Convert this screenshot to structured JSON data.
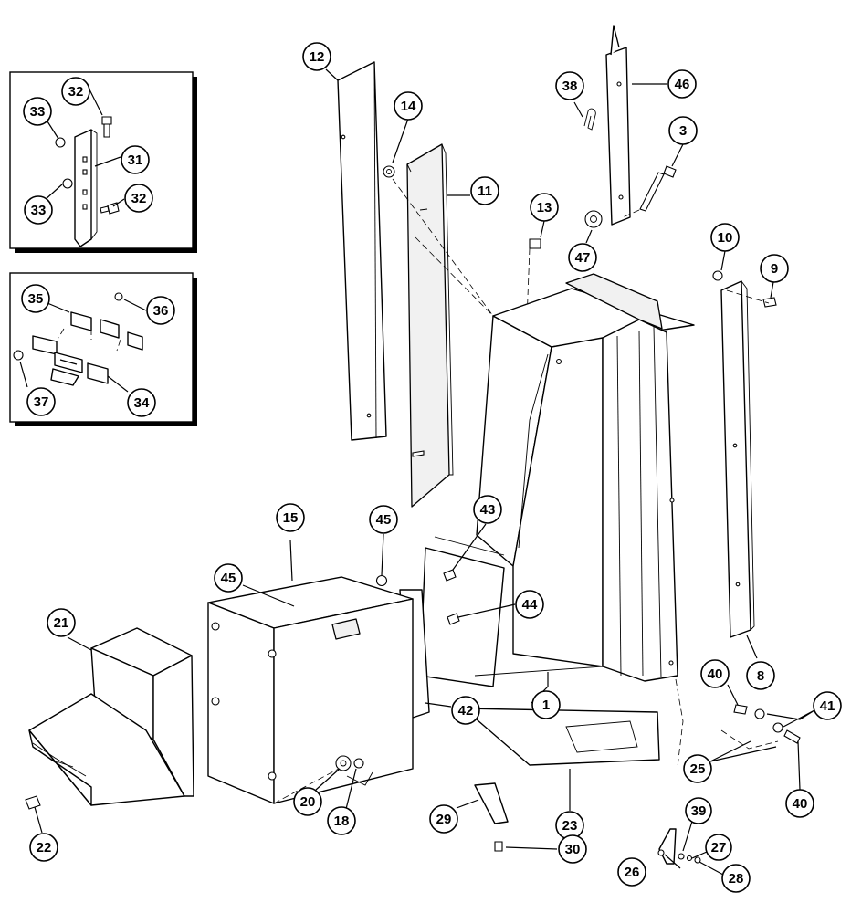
{
  "diagram": {
    "callouts": [
      {
        "id": "c1",
        "label": "1"
      },
      {
        "id": "c3",
        "label": "3"
      },
      {
        "id": "c8",
        "label": "8"
      },
      {
        "id": "c9",
        "label": "9"
      },
      {
        "id": "c10",
        "label": "10"
      },
      {
        "id": "c11",
        "label": "11"
      },
      {
        "id": "c12",
        "label": "12"
      },
      {
        "id": "c13",
        "label": "13"
      },
      {
        "id": "c14",
        "label": "14"
      },
      {
        "id": "c15",
        "label": "15"
      },
      {
        "id": "c18",
        "label": "18"
      },
      {
        "id": "c20",
        "label": "20"
      },
      {
        "id": "c21",
        "label": "21"
      },
      {
        "id": "c22",
        "label": "22"
      },
      {
        "id": "c23",
        "label": "23"
      },
      {
        "id": "c25",
        "label": "25"
      },
      {
        "id": "c26",
        "label": "26"
      },
      {
        "id": "c27",
        "label": "27"
      },
      {
        "id": "c28",
        "label": "28"
      },
      {
        "id": "c29",
        "label": "29"
      },
      {
        "id": "c30",
        "label": "30"
      },
      {
        "id": "c31",
        "label": "31"
      },
      {
        "id": "c32a",
        "label": "32"
      },
      {
        "id": "c32b",
        "label": "32"
      },
      {
        "id": "c33a",
        "label": "33"
      },
      {
        "id": "c33b",
        "label": "33"
      },
      {
        "id": "c34",
        "label": "34"
      },
      {
        "id": "c35",
        "label": "35"
      },
      {
        "id": "c36",
        "label": "36"
      },
      {
        "id": "c37",
        "label": "37"
      },
      {
        "id": "c38",
        "label": "38"
      },
      {
        "id": "c39",
        "label": "39"
      },
      {
        "id": "c40a",
        "label": "40"
      },
      {
        "id": "c40b",
        "label": "40"
      },
      {
        "id": "c41",
        "label": "41"
      },
      {
        "id": "c42",
        "label": "42"
      },
      {
        "id": "c43",
        "label": "43"
      },
      {
        "id": "c44",
        "label": "44"
      },
      {
        "id": "c45a",
        "label": "45"
      },
      {
        "id": "c45b",
        "label": "45"
      },
      {
        "id": "c46",
        "label": "46"
      },
      {
        "id": "c47",
        "label": "47"
      }
    ]
  }
}
